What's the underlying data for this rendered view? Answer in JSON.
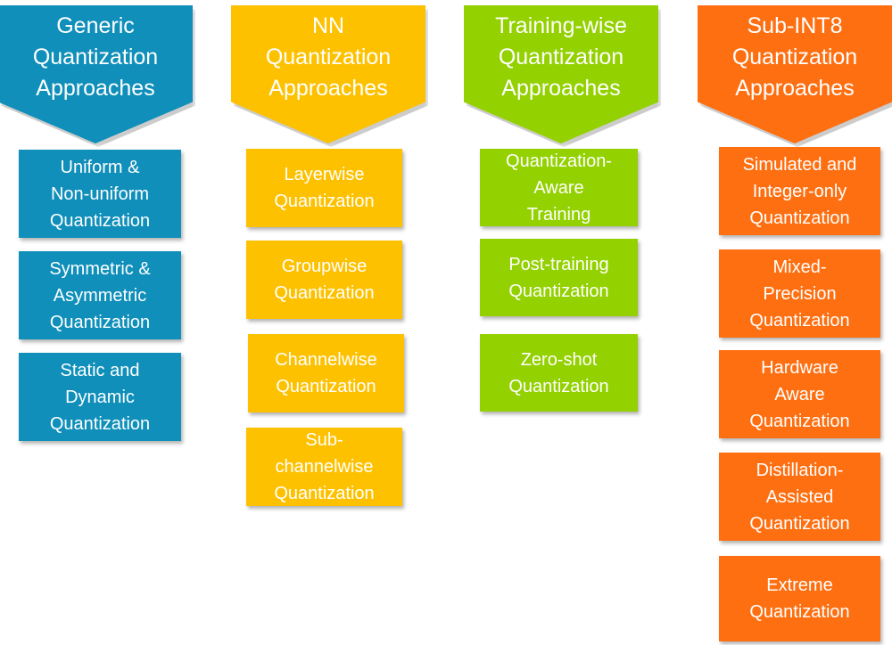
{
  "columns": [
    {
      "id": "generic",
      "header": "Generic\nQuantization\nApproaches",
      "color": "#0f8fba",
      "items": [
        "Uniform &\nNon-uniform\nQuantization",
        "Symmetric &\nAsymmetric\nQuantization",
        "Static and\nDynamic\nQuantization"
      ]
    },
    {
      "id": "nn",
      "header": "NN\nQuantization\nApproaches",
      "color": "#fdc100",
      "items": [
        "Layerwise\nQuantization",
        "Groupwise\nQuantization",
        "Channelwise\nQuantization",
        "Sub-\nchannelwise\nQuantization"
      ]
    },
    {
      "id": "training",
      "header": "Training-wise\nQuantization\nApproaches",
      "color": "#93d100",
      "items": [
        "Quantization-\nAware\nTraining",
        "Post-training\nQuantization",
        "Zero-shot\nQuantization"
      ]
    },
    {
      "id": "subint8",
      "header": "Sub-INT8\nQuantization\nApproaches",
      "color": "#fe6f11",
      "items": [
        "Simulated and\nInteger-only\nQuantization",
        "Mixed-\nPrecision\nQuantization",
        "Hardware\nAware\nQuantization",
        "Distillation-\nAssisted\nQuantization",
        "Extreme\nQuantization"
      ]
    }
  ]
}
